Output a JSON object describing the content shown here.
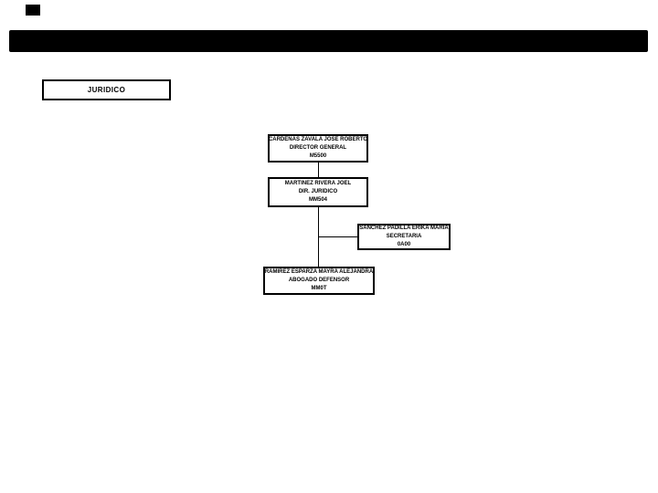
{
  "colors": {
    "ink": "#000000",
    "background": "#ffffff"
  },
  "title_box": {
    "label": "JURIDICO"
  },
  "org_chart": {
    "nodes": [
      {
        "name": "CARDENAS ZAVALA JOSE ROBERTO",
        "title": "DIRECTOR GENERAL",
        "code": "M5500"
      },
      {
        "name": "MARTINEZ RIVERA JOEL",
        "title": "DIR. JURIDICO",
        "code": "MM504"
      },
      {
        "name": "SANCHEZ PADILLA ERIKA MARIA",
        "title": "SECRETARIA",
        "code": "0A00"
      },
      {
        "name": "RAMIREZ ESPARZA MAYRA ALEJANDRA",
        "title": "ABOGADO DEFENSOR",
        "code": "MM0T"
      }
    ]
  }
}
